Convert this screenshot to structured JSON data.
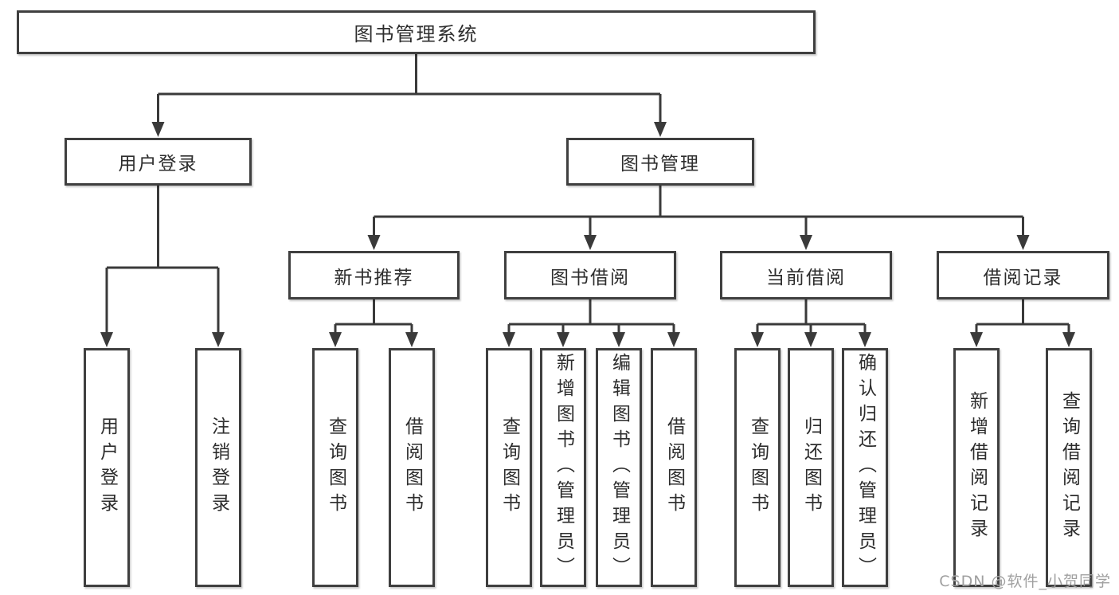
{
  "tree": {
    "label": "图书管理系统",
    "children": [
      {
        "label": "用户登录",
        "children": [
          {
            "label": "用户登录"
          },
          {
            "label": "注销登录"
          }
        ]
      },
      {
        "label": "图书管理",
        "children": [
          {
            "label": "新书推荐",
            "children": [
              {
                "label": "查询图书"
              },
              {
                "label": "借阅图书"
              }
            ]
          },
          {
            "label": "图书借阅",
            "children": [
              {
                "label": "查询图书"
              },
              {
                "label": "新增图书（管理员）"
              },
              {
                "label": "编辑图书（管理员）"
              },
              {
                "label": "借阅图书"
              }
            ]
          },
          {
            "label": "当前借阅",
            "children": [
              {
                "label": "查询图书"
              },
              {
                "label": "归还图书"
              },
              {
                "label": "确认归还（管理员）"
              }
            ]
          },
          {
            "label": "借阅记录",
            "children": [
              {
                "label": "新增借阅记录"
              },
              {
                "label": "查询借阅记录"
              }
            ]
          }
        ]
      }
    ]
  },
  "colors": {
    "line": "#3a3a3a",
    "border": "#3f3f3f",
    "text": "#2d2d2d",
    "watermark": "#a0a0a0",
    "background": "#ffffff"
  },
  "watermark": "CSDN @软件_小贺同学"
}
